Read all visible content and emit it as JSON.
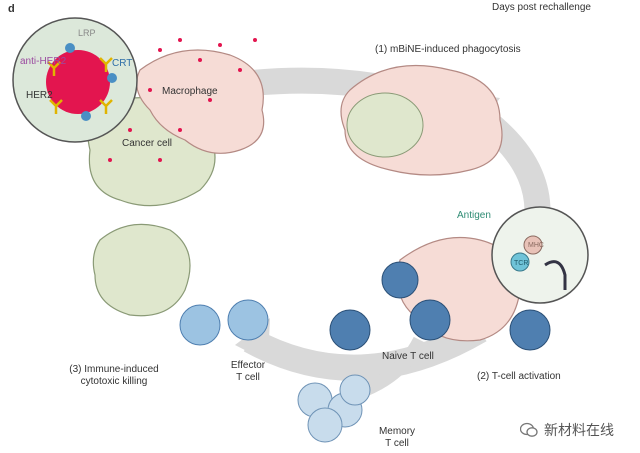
{
  "panel_letter": "d",
  "top_right_caption": "Days post rechallenge",
  "steps": {
    "step1": "(1) mBiNE-induced phagocytosis",
    "step2": "(2) T-cell activation",
    "step3_line1": "(3) Immune-induced",
    "step3_line2": "cytotoxic killing"
  },
  "cells": {
    "macrophage": "Macrophage",
    "cancer_cell": "Cancer cell",
    "naive_t": "Naive T cell",
    "effector_line1": "Effector",
    "effector_line2": "T cell",
    "memory_line1": "Memory",
    "memory_line2": "T cell"
  },
  "molecules": {
    "lrp": "LRP",
    "anti_her2": "anti-HER2",
    "crt": "CRT",
    "her2": "HER2",
    "antigen": "Antigen",
    "mhc": "MHC",
    "tcr": "TCR"
  },
  "watermark": "新材料在线",
  "colors": {
    "arrow": "#d9d9d9",
    "macrophage": "#f6dcd6",
    "cancer": "#dfe7cd",
    "t_cell": "#4f7fb0",
    "t_cell_light": "#9cc3e2",
    "nanoparticle": "#e3154f",
    "antigen_text": "#2f8c74"
  }
}
